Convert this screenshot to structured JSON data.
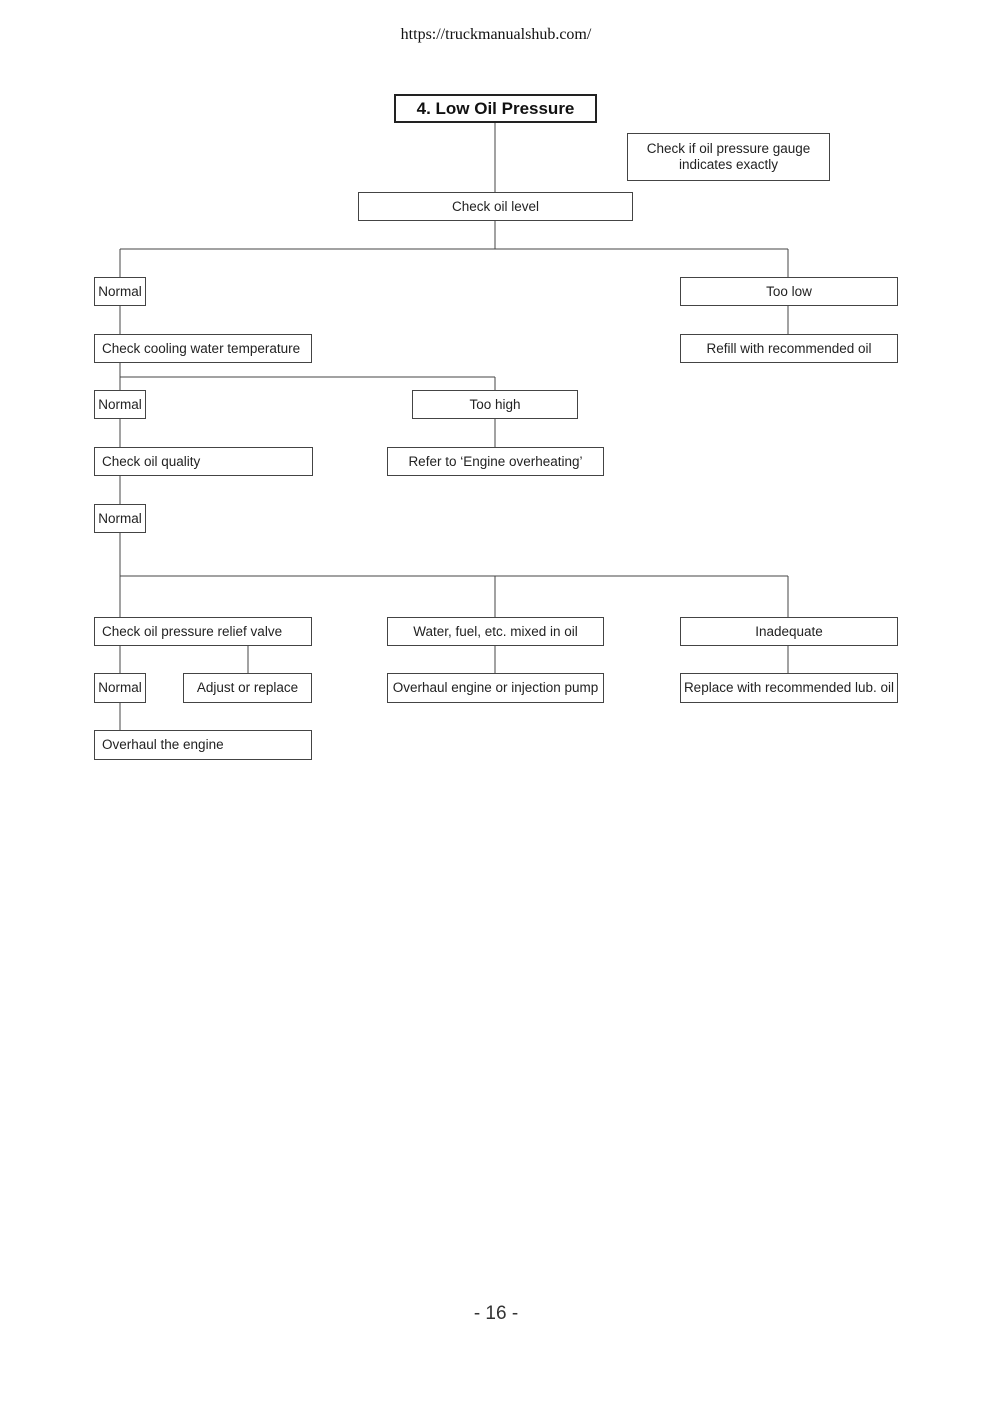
{
  "header": {
    "url": "https://truckmanualshub.com/"
  },
  "title": "4. Low Oil Pressure",
  "nodes": {
    "gauge_check": "Check if oil pressure gauge indicates exactly",
    "check_oil_level": "Check oil level",
    "normal_1": "Normal",
    "too_low": "Too low",
    "check_cooling": "Check cooling water temperature",
    "refill": "Refill with recommended oil",
    "normal_2": "Normal",
    "too_high": "Too high",
    "check_oil_quality": "Check oil quality",
    "refer_overheating": "Refer to ‘Engine overheating’",
    "normal_3": "Normal",
    "check_relief_valve": "Check oil pressure relief valve",
    "water_fuel_mixed": "Water, fuel, etc. mixed in oil",
    "inadequate": "Inadequate",
    "normal_4": "Normal",
    "adjust_replace": "Adjust or replace",
    "overhaul_engine_pump": "Overhaul engine or injection pump",
    "replace_lub_oil": "Replace with recommended lub. oil",
    "overhaul_engine": "Overhaul the engine"
  },
  "footer": {
    "page_number": "- 16 -"
  }
}
